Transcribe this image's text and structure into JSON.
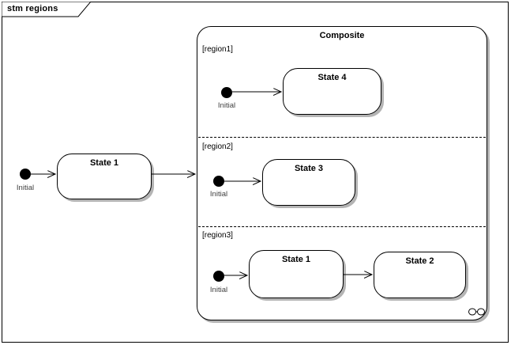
{
  "frame": {
    "title": "stm regions"
  },
  "main_flow": {
    "initial": {
      "label": "Initial"
    },
    "state": {
      "label": "State 1"
    }
  },
  "composite": {
    "title": "Composite",
    "regions": [
      {
        "label": "[region1]",
        "initial": {
          "label": "Initial"
        },
        "states": [
          {
            "label": "State 4"
          }
        ]
      },
      {
        "label": "[region2]",
        "initial": {
          "label": "Initial"
        },
        "states": [
          {
            "label": "State 3"
          }
        ]
      },
      {
        "label": "[region3]",
        "initial": {
          "label": "Initial"
        },
        "states": [
          {
            "label": "State 1"
          },
          {
            "label": "State 2"
          }
        ]
      }
    ]
  },
  "icons": {
    "decomposition": "infinity-icon"
  },
  "colors": {
    "line": "#000000",
    "fill": "#ffffff",
    "shadow": "#b4b4b4",
    "text": "#000000",
    "initial_text": "#404040",
    "background": "#ffffff"
  }
}
